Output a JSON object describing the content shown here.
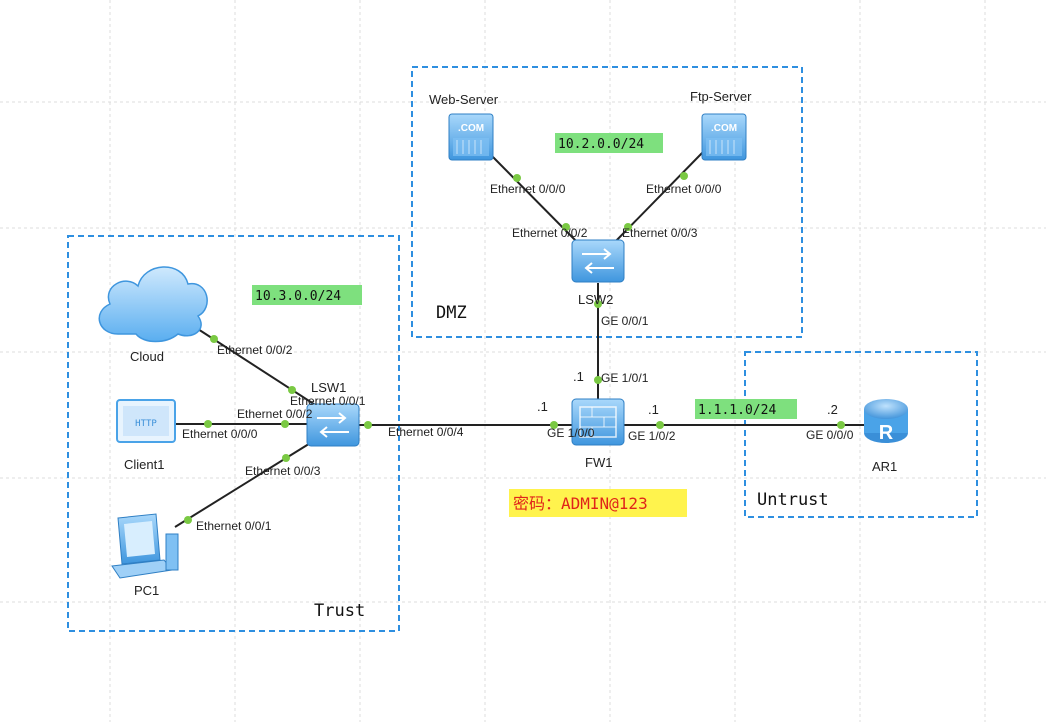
{
  "zones": {
    "dmz": "DMZ",
    "trust": "Trust",
    "untrust": "Untrust"
  },
  "subnets": {
    "dmz": "10.2.0.0/24",
    "trust": "10.3.0.0/24",
    "untrust": "1.1.1.0/24"
  },
  "devices": {
    "web_server": "Web-Server",
    "ftp_server": "Ftp-Server",
    "lsw2": "LSW2",
    "lsw1": "LSW1",
    "fw1": "FW1",
    "ar1": "AR1",
    "cloud": "Cloud",
    "client1": "Client1",
    "pc1": "PC1"
  },
  "ports": {
    "web_eth": "Ethernet 0/0/0",
    "ftp_eth": "Ethernet 0/0/0",
    "lsw2_e2": "Ethernet 0/0/2",
    "lsw2_e3": "Ethernet 0/0/3",
    "lsw2_ge": "GE 0/0/1",
    "fw_ge11": "GE 1/0/1",
    "fw_ge10": "GE 1/0/0",
    "fw_ge12": "GE 1/0/2",
    "ar_ge": "GE 0/0/0",
    "cloud_e2": "Ethernet 0/0/2",
    "lsw1_e1": "Ethernet 0/0/1",
    "lsw1_e2": "Ethernet 0/0/2",
    "client_e0": "Ethernet 0/0/0",
    "lsw1_e3": "Ethernet 0/0/3",
    "pc_e1": "Ethernet 0/0/1",
    "lsw1_e4": "Ethernet 0/0/4"
  },
  "host_ids": {
    "fw_up": ".1",
    "fw_left": ".1",
    "fw_right": ".1",
    "ar_left": ".2"
  },
  "password_note": "密码：ADMIN@123",
  "colors": {
    "zone_border": "#2e8fe0",
    "subnet_bg": "#7ee07e",
    "password_bg": "#fff34d",
    "password_text": "#e0241a",
    "port_dot": "#7ac943",
    "device_blue": "#4aa3e8"
  },
  "icons": {
    "web_server": "server-com-icon",
    "ftp_server": "server-com-icon",
    "lsw2": "switch-icon",
    "lsw1": "switch-icon",
    "fw1": "firewall-icon",
    "ar1": "router-icon",
    "cloud": "cloud-icon",
    "client1": "http-client-icon",
    "pc1": "pc-icon"
  }
}
